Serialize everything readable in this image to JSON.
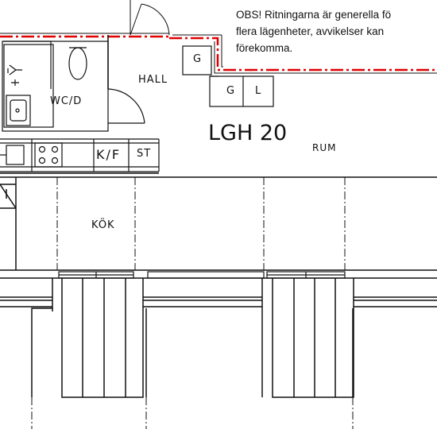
{
  "disclaimer": {
    "lines": [
      "OBS! Ritningarna är generella fö",
      "flera lägenheter, avvikelser kan",
      "förekomma."
    ]
  },
  "unit": {
    "title": "LGH 20"
  },
  "rooms": {
    "hall": "HALL",
    "wc": "WC/D",
    "kf": "K/F",
    "st": "ST",
    "kok": "KÖK",
    "rum": "RUM"
  },
  "storage": {
    "g_upper": "G",
    "g_lower": "G",
    "l": "L"
  },
  "colors": {
    "walls": "#111111",
    "boundary": "#e00000",
    "background": "#ffffff"
  }
}
